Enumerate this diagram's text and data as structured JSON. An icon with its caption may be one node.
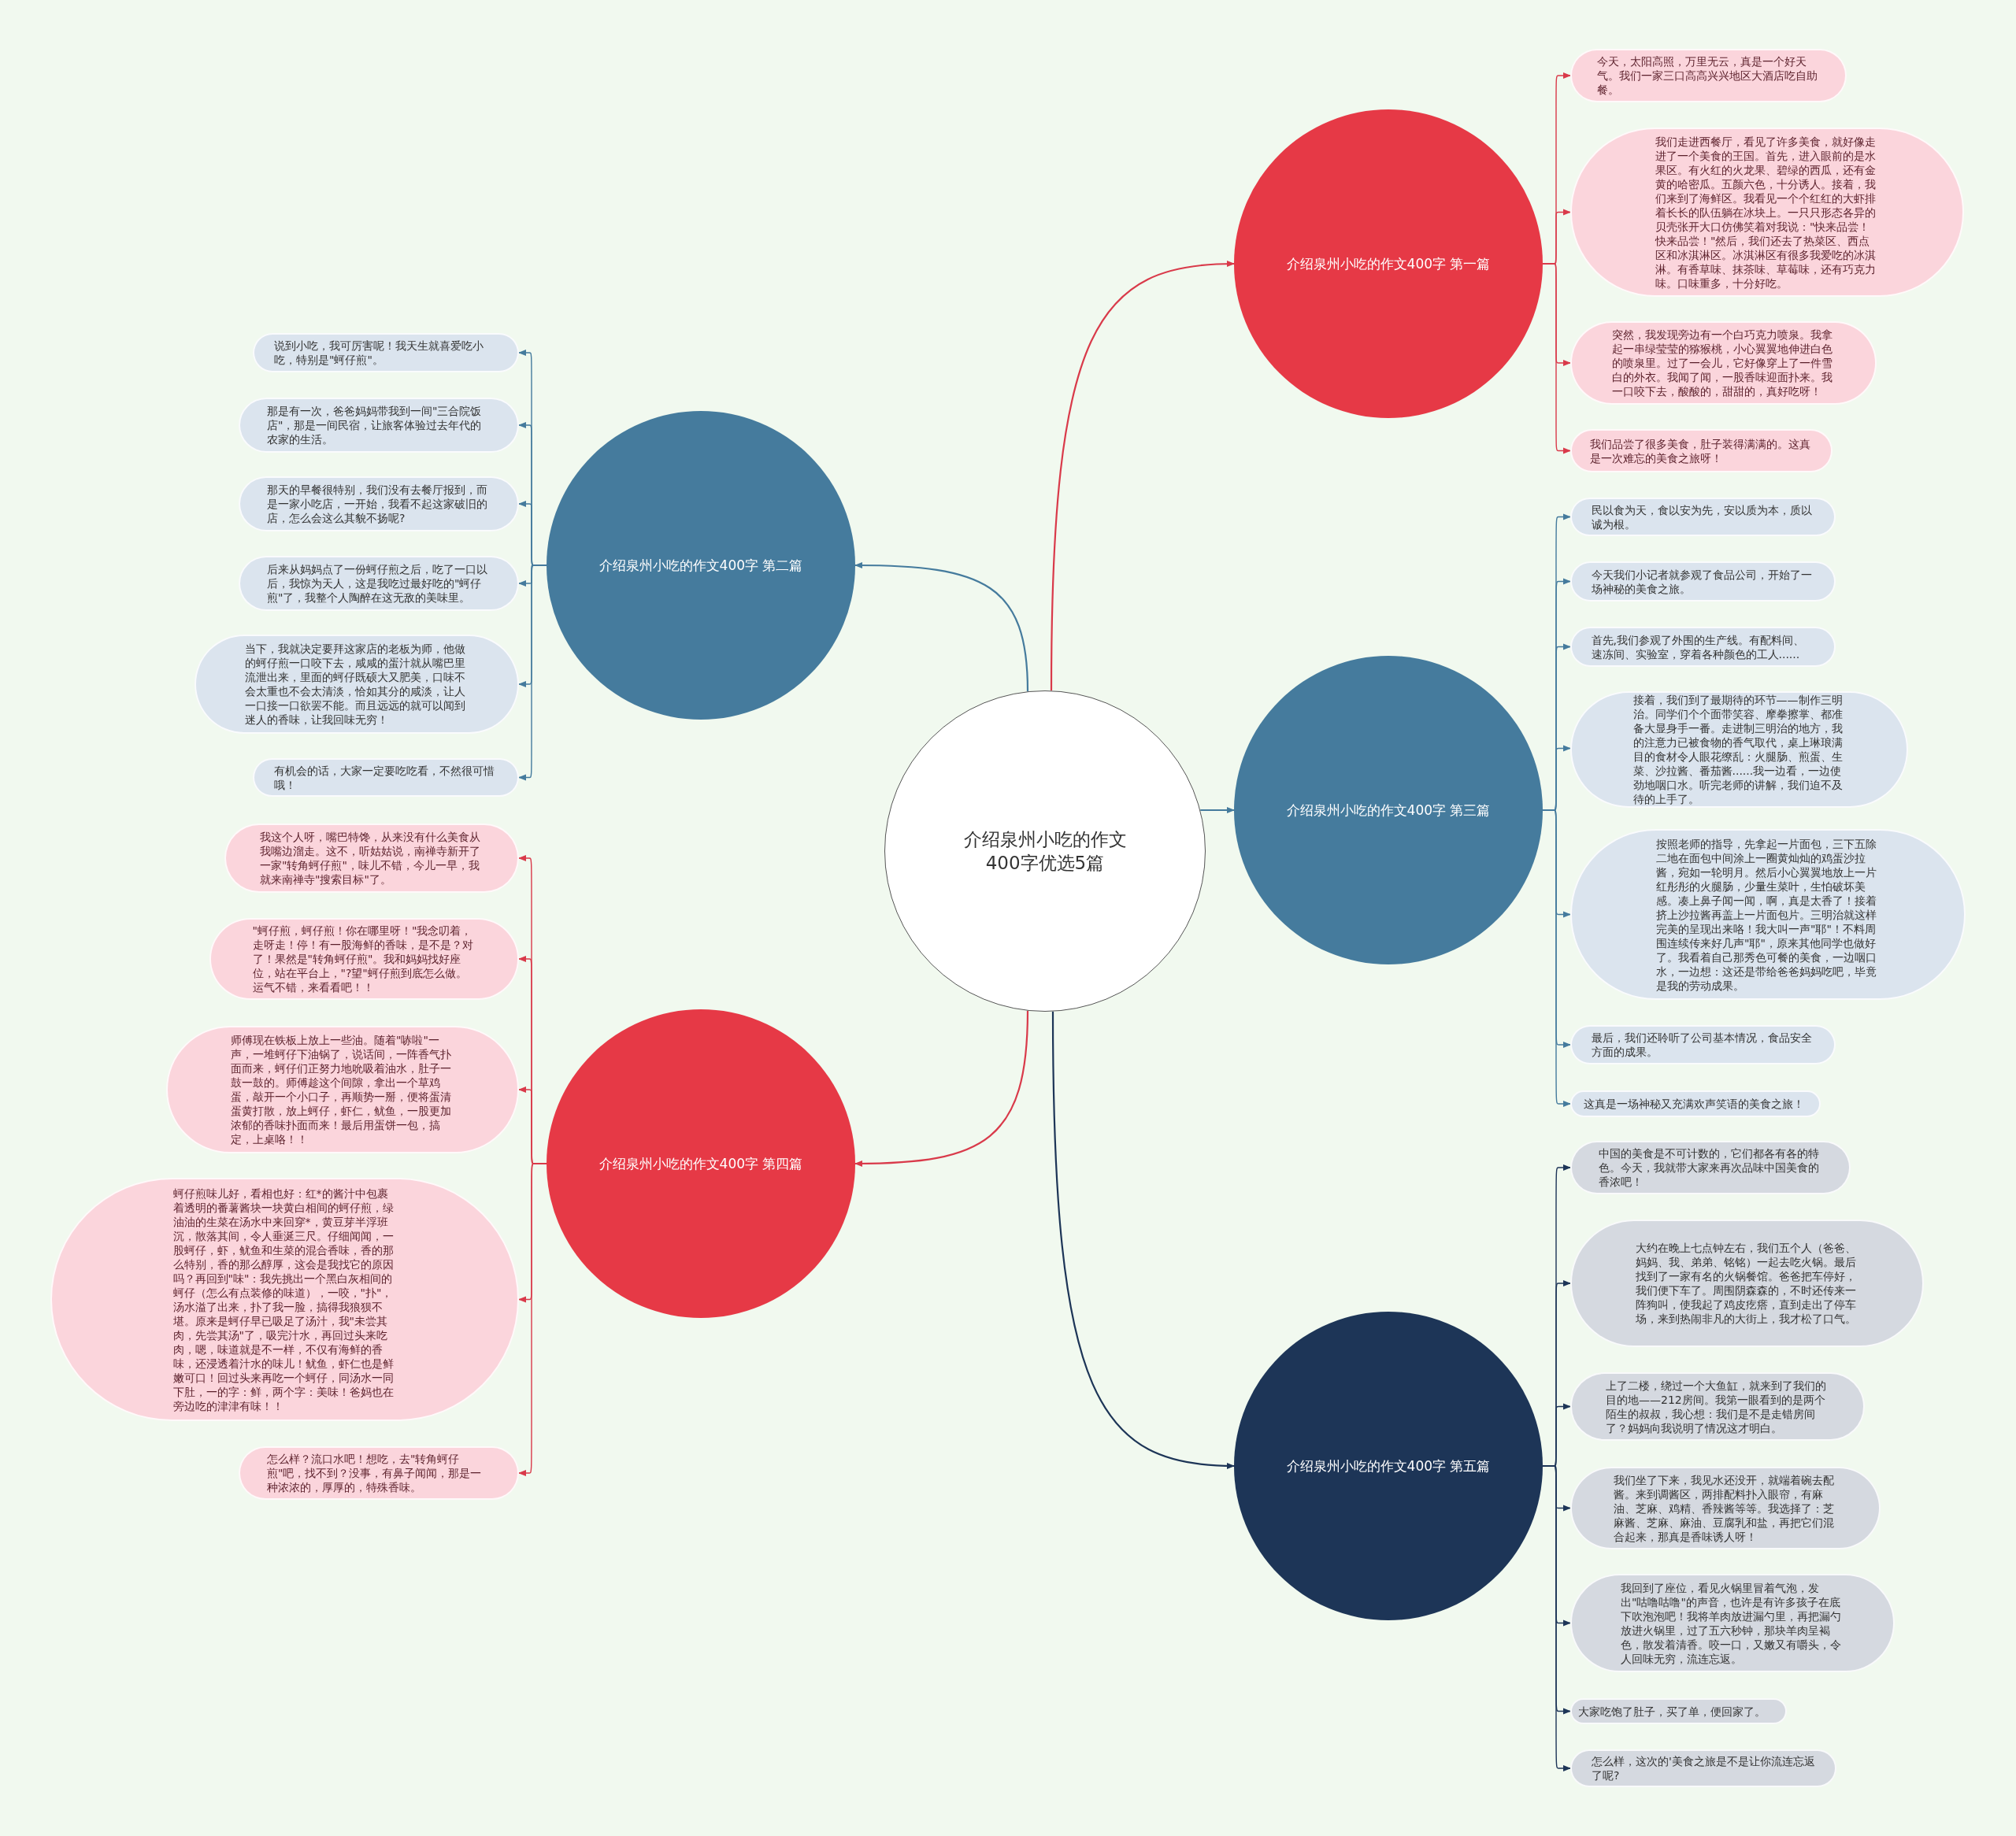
{
  "diagram": {
    "nodes": [
      {
        "text": [
          "介绍泉州小吃的作文400字优选5篇"
        ]
      },
      {
        "text": [
          "介绍泉州小吃的作文400字 第一篇"
        ]
      },
      {
        "text": [
          "今天，太阳高照，万里无云，真是一个好天气。我们一家三口高高兴兴地区大酒店吃自助餐。"
        ]
      },
      {
        "text": [
          "我们走进西餐厅，看见了许多美食，就好像走进了一个美食的王国。首先，进入眼前的是水果区。有火红的火龙果、碧绿的西瓜，还有金黄的哈密瓜。五颜六色，十分诱人。接着，我们来到了海鲜区。我看见一个个红红的大虾排着长长的队伍躺在冰块上。一只只形态各异的贝壳张开大口仿佛笑着对我说：\"快来品尝！快来品尝！\"然后，我们还去了热菜区、西点区和冰淇淋区。冰淇淋区有很多我爱吃的冰淇淋。有香草味、抹茶味、草莓味，还有巧克力味。口味重多，十分好吃。"
        ]
      },
      {
        "text": [
          "突然，我发现旁边有一个白巧克力喷泉。我拿起一串绿莹莹的猕猴桃，小心翼翼地伸进白色的喷泉里。过了一会儿，它好像穿上了一件雪白的外衣。我闻了闻，一股香味迎面扑来。我一口咬下去，酸酸的，甜甜的，真好吃呀！"
        ]
      },
      {
        "text": [
          "我们品尝了很多美食，肚子装得满满的。这真是一次难忘的美食之旅呀！"
        ]
      },
      {
        "text": [
          "介绍泉州小吃的作文400字 第二篇"
        ]
      },
      {
        "text": [
          "说到小吃，我可厉害呢！我天生就喜爱吃小吃，特别是\"蚵仔煎\"。"
        ]
      },
      {
        "text": [
          "那是有一次，爸爸妈妈带我到一间\"三合院饭店\"，那是一间民宿，让旅客体验过去年代的农家的生活。"
        ]
      },
      {
        "text": [
          "那天的早餐很特别，我们没有去餐厅报到，而是一家小吃店，一开始，我看不起这家破旧的店，怎么会这么其貌不扬呢?"
        ]
      },
      {
        "text": [
          "后来从妈妈点了一份蚵仔煎之后，吃了一口以后，我惊为天人，这是我吃过最好吃的\"蚵仔煎\"了，我整个人陶醉在这无敌的美味里。"
        ]
      },
      {
        "text": [
          "当下，我就决定要拜这家店的老板为师，他做的蚵仔煎一口咬下去，咸咸的蛋汁就从嘴巴里流泄出来，里面的蚵仔既硕大又肥美，口味不会太重也不会太清淡，恰如其分的咸淡，让人一口接一口欲罢不能。而且远远的就可以闻到迷人的香味，让我回味无穷！"
        ]
      },
      {
        "text": [
          "有机会的话，大家一定要吃吃看，不然很可惜哦！"
        ]
      },
      {
        "text": [
          "介绍泉州小吃的作文400字 第三篇"
        ]
      },
      {
        "text": [
          "民以食为天，食以安为先，安以质为本，质以诚为根。"
        ]
      },
      {
        "text": [
          "今天我们小记者就参观了食品公司，开始了一场神秘的美食之旅。"
        ]
      },
      {
        "text": [
          "首先,我们参观了外围的生产线。有配料间、速冻间、实验室，穿着各种颜色的工人......"
        ]
      },
      {
        "text": [
          "接着，我们到了最期待的环节——制作三明治。同学们个个面带笑容、摩拳擦掌、都准备大显身手一番。走进制三明治的地方，我的注意力已被食物的香气取代，桌上琳琅满目的食材令人眼花缭乱：火腿肠、煎蛋、生菜、沙拉酱、番茄酱......我一边看，一边使劲地咽口水。听完老师的讲解，我们迫不及待的上手了。"
        ]
      },
      {
        "text": [
          "按照老师的指导，先拿起一片面包，三下五除二地在面包中间涂上一圈黄灿灿的鸡蛋沙拉酱，宛如一轮明月。然后小心翼翼地放上一片红彤彤的火腿肠，少量生菜叶，生怕破坏美感。凑上鼻子闻一闻，啊，真是太香了！接着挤上沙拉酱再盖上一片面包片。三明治就这样完美的呈现出来咯！我大叫一声\"耶\"！不料周围连续传来好几声\"耶\"，原来其他同学也做好了。我看着自己那秀色可餐的美食，一边咽口水，一边想：这还是带给爸爸妈妈吃吧，毕竟是我的劳动成果。"
        ]
      },
      {
        "text": [
          "最后，我们还聆听了公司基本情况，食品安全方面的成果。"
        ]
      },
      {
        "text": [
          "这真是一场神秘又充满欢声笑语的美食之旅！"
        ]
      },
      {
        "text": [
          "介绍泉州小吃的作文400字 第四篇"
        ]
      },
      {
        "text": [
          "我这个人呀，嘴巴特馋，从来没有什么美食从我嘴边溜走。这不，听姑姑说，南禅寺新开了一家\"转角蚵仔煎\"，味儿不错，今儿一早，我就来南禅寺\"搜索目标\"了。"
        ]
      },
      {
        "text": [
          "\"蚵仔煎，蚵仔煎！你在哪里呀！\"我念叨着，走呀走！停！有一股海鲜的香味，是不是？对了！果然是\"转角蚵仔煎\"。我和妈妈找好座位，站在平台上，\"?望\"蚵仔煎到底怎么做。运气不错，来看看吧！！"
        ]
      },
      {
        "text": [
          "师傅现在铁板上放上一些油。随着\"哧啦\"一声，一堆蚵仔下油锅了，说话间，一阵香气扑面而来，蚵仔们正努力地吮吸着油水，肚子一鼓一鼓的。师傅趁这个间隙，拿出一个草鸡蛋，敲开一个小口子，再顺势一掰，便将蛋清蛋黄打散，放上蚵仔，虾仁，鱿鱼，一股更加浓郁的香味扑面而来！最后用蛋饼一包，搞定，上桌咯！！"
        ]
      },
      {
        "text": [
          "蚵仔煎味儿好，看相也好：红*的酱汁中包裹着透明的番薯酱块一块黄白相间的蚵仔煎，绿油油的生菜在汤水中来回穿*，黄豆芽半浮班沉，散落其间，令人垂涎三尺。仔细闻闻，一股蚵仔，虾，鱿鱼和生菜的混合香味，香的那么特别，香的那么醇厚，这会是我找它的原因吗？再回到\"味\"：我先挑出一个黑白灰相间的蚵仔（怎么有点装修的味道），一咬，\"扑\"，汤水溢了出来，扑了我一脸，搞得我狼狈不堪。原来是蚵仔早已吸足了汤汁，我\"未尝其肉，先尝其汤\"了，吸完汁水，再回过头来吃肉，嗯，味道就是不一样，不仅有海鲜的香味，还浸透着汁水的味儿！鱿鱼，虾仁也是鲜嫩可口！回过头来再吃一个蚵仔，同汤水一同下肚，一的字：鲜，两个字：美味！爸妈也在旁边吃的津津有味！！"
        ]
      },
      {
        "text": [
          "怎么样？流口水吧！想吃，去\"转角蚵仔煎\"吧，找不到？没事，有鼻子闻闻，那是一种浓浓的，厚厚的，特殊香味。"
        ]
      },
      {
        "text": [
          "介绍泉州小吃的作文400字 第五篇"
        ]
      },
      {
        "text": [
          "中国的美食是不可计数的，它们都各有各的特色。今天，我就带大家来再次品味中国美食的香浓吧！"
        ]
      },
      {
        "text": [
          "大约在晚上七点钟左右，我们五个人（爸爸、妈妈、我、弟弟、铭铭）一起去吃火锅。最后找到了一家有名的火锅餐馆。爸爸把车停好，我们便下车了。周围阴森森的，不时还传来一阵狗叫，使我起了鸡皮疙瘩，直到走出了停车场，来到热闹非凡的大街上，我才松了口气。"
        ]
      },
      {
        "text": [
          "上了二楼，绕过一个大鱼缸，就来到了我们的目的地——212房间。我第一眼看到的是两个陌生的叔叔，我心想：我们是不是走错房间了？妈妈向我说明了情况这才明白。"
        ]
      },
      {
        "text": [
          "我们坐了下来，我见水还没开，就端着碗去配酱。来到调酱区，两排配料扑入眼帘，有麻油、芝麻、鸡精、香辣酱等等。我选择了：芝麻酱、芝麻、麻油、豆腐乳和盐，再把它们混合起来，那真是香味诱人呀！"
        ]
      },
      {
        "text": [
          "我回到了座位，看见火锅里冒着气泡，发出\"咕噜咕噜\"的声音，也许是有许多孩子在底下吹泡泡吧！我将羊肉放进漏勺里，再把漏勺放进火锅里，过了五六秒钟，那块羊肉呈褐色，散发着清香。咬一口，又嫩又有嚼头，令人回味无穷，流连忘返。"
        ]
      },
      {
        "text": [
          "大家吃饱了肚子，买了单，便回家了。"
        ]
      },
      {
        "text": [
          "怎么样，这次的'美食之旅是不是让你流连忘返了呢?"
        ]
      }
    ],
    "edges": [
      {
        "from": 0,
        "to": 1,
        "arrow": "to",
        "color": "#d93a4a"
      },
      {
        "from": 0,
        "to": 6,
        "arrow": "to"
      },
      {
        "from": 0,
        "to": 13,
        "arrow": "to"
      },
      {
        "from": 0,
        "to": 21,
        "arrow": "to",
        "color": "#d93a4a"
      },
      {
        "from": 0,
        "to": 27,
        "arrow": "to",
        "color": "#1d3557"
      },
      {
        "from": 1,
        "to": 2,
        "arrow": "to",
        "color": "#d93a4a"
      },
      {
        "from": 1,
        "to": 3,
        "arrow": "to",
        "color": "#d93a4a"
      },
      {
        "from": 1,
        "to": 4,
        "arrow": "to",
        "color": "#d93a4a"
      },
      {
        "from": 1,
        "to": 5,
        "arrow": "to",
        "color": "#d93a4a"
      },
      {
        "from": 6,
        "to": 7,
        "arrow": "to"
      },
      {
        "from": 6,
        "to": 8,
        "arrow": "to"
      },
      {
        "from": 6,
        "to": 9,
        "arrow": "to"
      },
      {
        "from": 6,
        "to": 10,
        "arrow": "to"
      },
      {
        "from": 6,
        "to": 11,
        "arrow": "to"
      },
      {
        "from": 6,
        "to": 12,
        "arrow": "to"
      },
      {
        "from": 13,
        "to": 14,
        "arrow": "to"
      },
      {
        "from": 13,
        "to": 15,
        "arrow": "to"
      },
      {
        "from": 13,
        "to": 16,
        "arrow": "to"
      },
      {
        "from": 13,
        "to": 17,
        "arrow": "to"
      },
      {
        "from": 13,
        "to": 18,
        "arrow": "to"
      },
      {
        "from": 13,
        "to": 19,
        "arrow": "to"
      },
      {
        "from": 13,
        "to": 20,
        "arrow": "to"
      },
      {
        "from": 21,
        "to": 22,
        "arrow": "to",
        "color": "#d93a4a"
      },
      {
        "from": 21,
        "to": 23,
        "arrow": "to",
        "color": "#d93a4a"
      },
      {
        "from": 21,
        "to": 24,
        "arrow": "to",
        "color": "#d93a4a"
      },
      {
        "from": 21,
        "to": 25,
        "arrow": "to",
        "color": "#d93a4a"
      },
      {
        "from": 21,
        "to": 26,
        "arrow": "to",
        "color": "#d93a4a"
      },
      {
        "from": 27,
        "to": 28,
        "arrow": "to",
        "color": "#1d3557"
      },
      {
        "from": 27,
        "to": 29,
        "arrow": "to",
        "color": "#1d3557"
      },
      {
        "from": 27,
        "to": 30,
        "arrow": "to",
        "color": "#1d3557"
      },
      {
        "from": 27,
        "to": 31,
        "arrow": "to",
        "color": "#1d3557"
      },
      {
        "from": 27,
        "to": 32,
        "arrow": "to",
        "color": "#1d3557"
      },
      {
        "from": 27,
        "to": 33,
        "arrow": "to",
        "color": "#1d3557"
      },
      {
        "from": 27,
        "to": 34,
        "arrow": "to",
        "color": "#1d3557"
      }
    ]
  }
}
